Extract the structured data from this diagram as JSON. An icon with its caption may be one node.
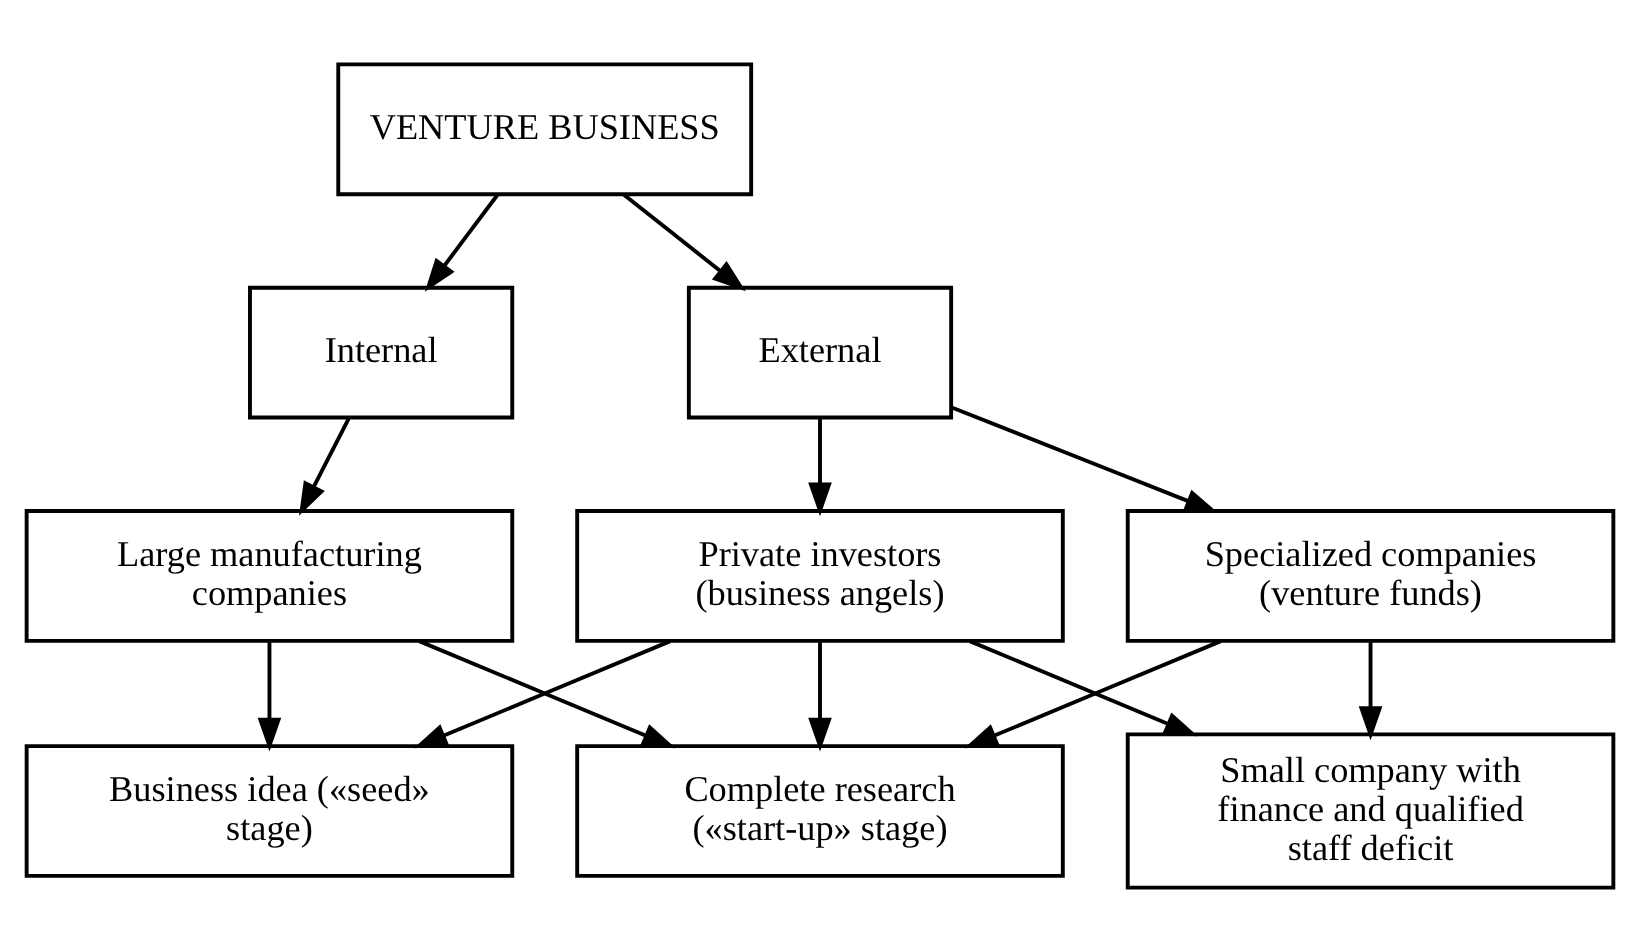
{
  "diagram": {
    "nodes": [
      {
        "text": [
          "VENTURE BUSINESS"
        ]
      },
      {
        "text": [
          "Internal"
        ]
      },
      {
        "text": [
          "External"
        ]
      },
      {
        "text": [
          "Large manufacturing companies"
        ]
      },
      {
        "text": [
          "Private investors (business angels)"
        ]
      },
      {
        "text": [
          "Specialized companies (venture funds)"
        ]
      },
      {
        "text": [
          "Business idea («seed» stage)"
        ]
      },
      {
        "text": [
          "Complete research («start-up» stage)"
        ]
      },
      {
        "text": [
          "Small company with finance and qualified staff deficit"
        ]
      }
    ],
    "edges": [
      {
        "from": 0,
        "to": 1,
        "arrow": "to"
      },
      {
        "from": 0,
        "to": 2,
        "arrow": "to"
      },
      {
        "from": 1,
        "to": 3,
        "arrow": "to"
      },
      {
        "from": 2,
        "to": 4,
        "arrow": "to"
      },
      {
        "from": 2,
        "to": 5,
        "arrow": "to"
      },
      {
        "from": 3,
        "to": 6,
        "arrow": "to"
      },
      {
        "from": 3,
        "to": 7,
        "arrow": "to"
      },
      {
        "from": 4,
        "to": 6,
        "arrow": "to"
      },
      {
        "from": 4,
        "to": 7,
        "arrow": "to"
      },
      {
        "from": 4,
        "to": 8,
        "arrow": "to"
      },
      {
        "from": 5,
        "to": 7,
        "arrow": "to"
      },
      {
        "from": 5,
        "to": 8,
        "arrow": "to"
      }
    ]
  }
}
